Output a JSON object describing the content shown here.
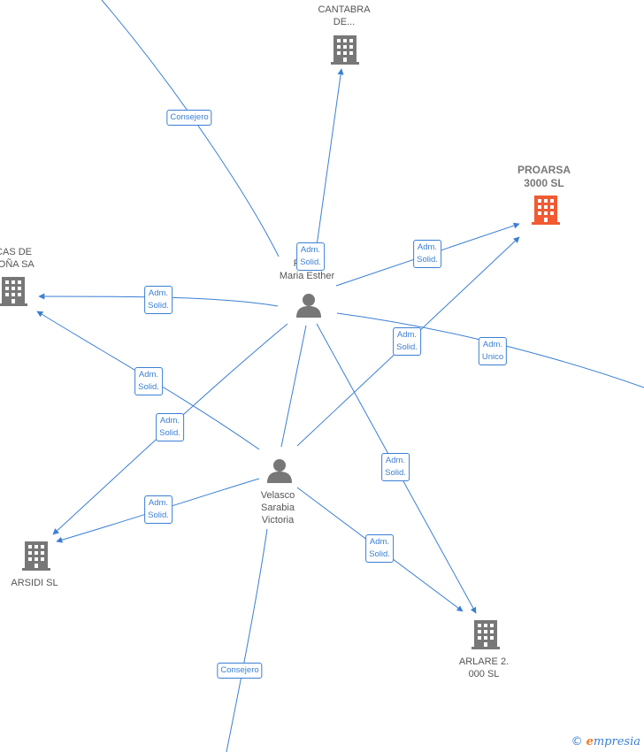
{
  "colors": {
    "edge": "#3b7fd3",
    "building": "#777777",
    "building_focus": "#f15a32",
    "person": "#777777"
  },
  "nodes": [
    {
      "id": "cantabra",
      "type": "company",
      "label": "CANTABRA\nDE...",
      "icon": "building-icon"
    },
    {
      "id": "proarsa",
      "type": "company",
      "label": "PROARSA\n3000  SL",
      "icon": "building-icon",
      "focus": true
    },
    {
      "id": "goña",
      "type": "company",
      "label": "ICAS DE\nGOÑA SA",
      "icon": "building-icon"
    },
    {
      "id": "arsidi",
      "type": "company",
      "label": "ARSIDI SL",
      "icon": "building-icon"
    },
    {
      "id": "arlare",
      "type": "company",
      "label": "ARLARE 2.\n000 SL",
      "icon": "building-icon"
    },
    {
      "id": "esther",
      "type": "person",
      "label": "A...\nFe... z\nMaria Esther",
      "icon": "person-icon"
    },
    {
      "id": "velasco",
      "type": "person",
      "label": "Velasco\nSarabia\nVictoria",
      "icon": "person-icon"
    }
  ],
  "edges": [
    {
      "id": "e1",
      "label": "Consejero"
    },
    {
      "id": "e2",
      "label": "Adm.\nSolid."
    },
    {
      "id": "e3",
      "label": "Adm.\nSolid."
    },
    {
      "id": "e4",
      "label": "Adm.\nSolid."
    },
    {
      "id": "e5",
      "label": "Adm.\nUnico"
    },
    {
      "id": "e6",
      "label": "Adm.\nSolid."
    },
    {
      "id": "e7",
      "label": "Adm.\nSolid."
    },
    {
      "id": "e8",
      "label": "Adm.\nSolid."
    },
    {
      "id": "e9",
      "label": "Adm.\nSolid."
    },
    {
      "id": "e10",
      "label": "Adm.\nSolid."
    },
    {
      "id": "e11",
      "label": "Adm.\nSolid."
    },
    {
      "id": "e12",
      "label": "Consejero"
    }
  ],
  "watermark": {
    "copyright": "©",
    "brand_initial": "e",
    "brand_rest": "mpresia"
  }
}
